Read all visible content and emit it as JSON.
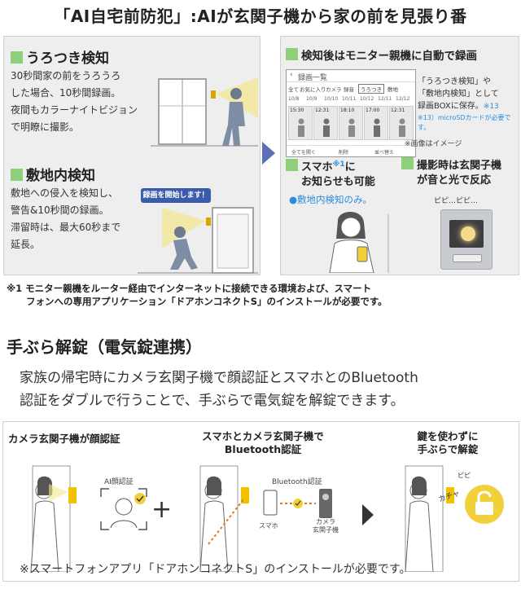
{
  "title": "「AI自宅前防犯」:AIが玄関子機から家の前を見張り番",
  "left": {
    "loiter": {
      "heading": "うろつき検知",
      "lines": [
        "30秒間家の前をうろうろ",
        "した場合、10秒間録画。",
        "夜間もカラーナイトビジョン",
        "で明瞭に撮影。"
      ]
    },
    "premises": {
      "heading": "敷地内検知",
      "lines": [
        "敷地への侵入を検知し、",
        "警告&10秒間の録画。",
        "滞留時は、最大60秒まで",
        "延長。"
      ],
      "speech": "録画を開始します！"
    }
  },
  "right": {
    "heading": "検知後はモニター親機に自動で録画",
    "screen": {
      "app_title": "録画一覧",
      "tabs": [
        "全て",
        "お気に入り",
        "カメラ",
        "録音",
        "うろつき",
        "敷地"
      ],
      "dates": [
        "10/8",
        "10/9",
        "10/10",
        "10/11",
        "10/12",
        "12/11",
        "12/12"
      ],
      "times": [
        "15:30",
        "12:31",
        "18:10",
        "17:00",
        "12:31"
      ],
      "footer": [
        "全てを開く",
        "削除",
        "並べ替え"
      ]
    },
    "callout_lines": [
      "「うろつき検知」や",
      "「敷地内検知」として",
      "録画BOXに保存。"
    ],
    "callout_ref": "※13",
    "callout_note": "※13）microSDカードが必要です。",
    "image_note": "※画像はイメージ",
    "phone": {
      "heading_line1": "スマホ",
      "ref": "※1",
      "heading_line1_tail": "に",
      "heading_line2": "お知らせも可能",
      "note": "●敷地内検知のみ。"
    },
    "reaction": {
      "heading_line1": "撮影時は玄関子機",
      "heading_line2": "が音と光で反応",
      "sound": "ピピ…ピピ…"
    }
  },
  "footnote": {
    "line1": "※1 モニター親機をルーター経由でインターネットに接続できる環境および、スマート",
    "line2": "フォンへの専用アプリケーション「ドアホンコネクトS」のインストールが必要です。"
  },
  "section2": {
    "heading": "手ぶら解錠（電気錠連携）",
    "desc_line1": "家族の帰宅時にカメラ玄関子機で顔認証とスマホとのBluetooth",
    "desc_line2": "認証をダブルで行うことで、手ぶらで電気錠を解錠できます。",
    "steps": [
      {
        "title_line1": "カメラ玄関子機が顔認証",
        "title_line2": "",
        "label": "AI顔認証"
      },
      {
        "title_line1": "スマホとカメラ玄関子機で",
        "title_line2": "Bluetooth認証",
        "label": "Bluetooth認証",
        "phone_label": "スマホ",
        "cam_label1": "カメラ",
        "cam_label2": "玄関子機"
      },
      {
        "title_line1": "鍵を使わずに",
        "title_line2": "手ぶらで解錠",
        "sound1": "ピピ",
        "sound2": "カチャ"
      }
    ],
    "plus": "+",
    "note": "※スマートフォンアプリ「ドアホンコネクトS」のインストールが必要です。"
  },
  "colors": {
    "green_square": "#8ed07a",
    "panel_bg": "#eeeeee",
    "arrow": "#5a6fb5",
    "accent_blue": "#2a8de0",
    "lock_yellow": "#f2d03a"
  }
}
